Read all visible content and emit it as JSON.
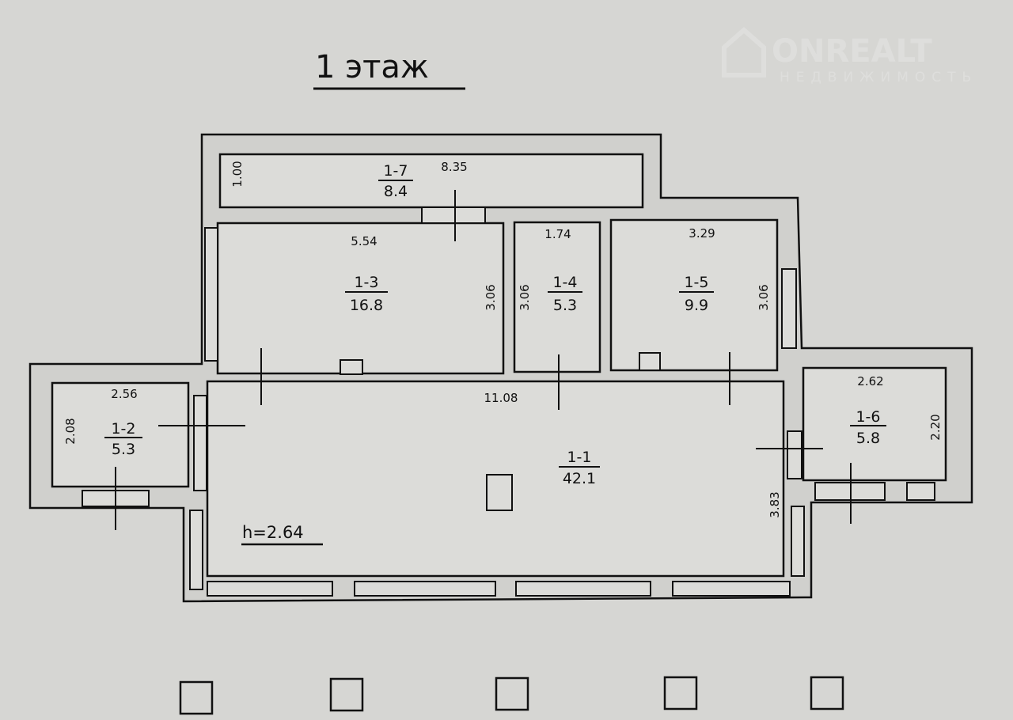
{
  "title": "1 этаж",
  "watermark": {
    "brand": "ONREALT",
    "subtitle": "НЕДВИЖИМОСТЬ"
  },
  "ceiling_height": "h=2.64",
  "rooms": [
    {
      "id": "1-1",
      "area": "42.1"
    },
    {
      "id": "1-2",
      "area": "5.3"
    },
    {
      "id": "1-3",
      "area": "16.8"
    },
    {
      "id": "1-4",
      "area": "5.3"
    },
    {
      "id": "1-5",
      "area": "9.9"
    },
    {
      "id": "1-6",
      "area": "5.8"
    },
    {
      "id": "1-7",
      "area": "8.4"
    }
  ],
  "dimensions": {
    "d_1_7_len": "8.35",
    "d_1_7_w": "1.00",
    "d_1_3_len": "5.54",
    "d_1_3_h": "3.06",
    "d_1_4_len": "1.74",
    "d_1_4_h": "3.06",
    "d_1_5_len": "3.29",
    "d_1_5_h": "3.06",
    "d_1_1_len": "11.08",
    "d_1_1_h": "3.83",
    "d_1_2_len": "2.56",
    "d_1_2_h": "2.08",
    "d_1_6_len": "2.62",
    "d_1_6_h": "2.20"
  }
}
